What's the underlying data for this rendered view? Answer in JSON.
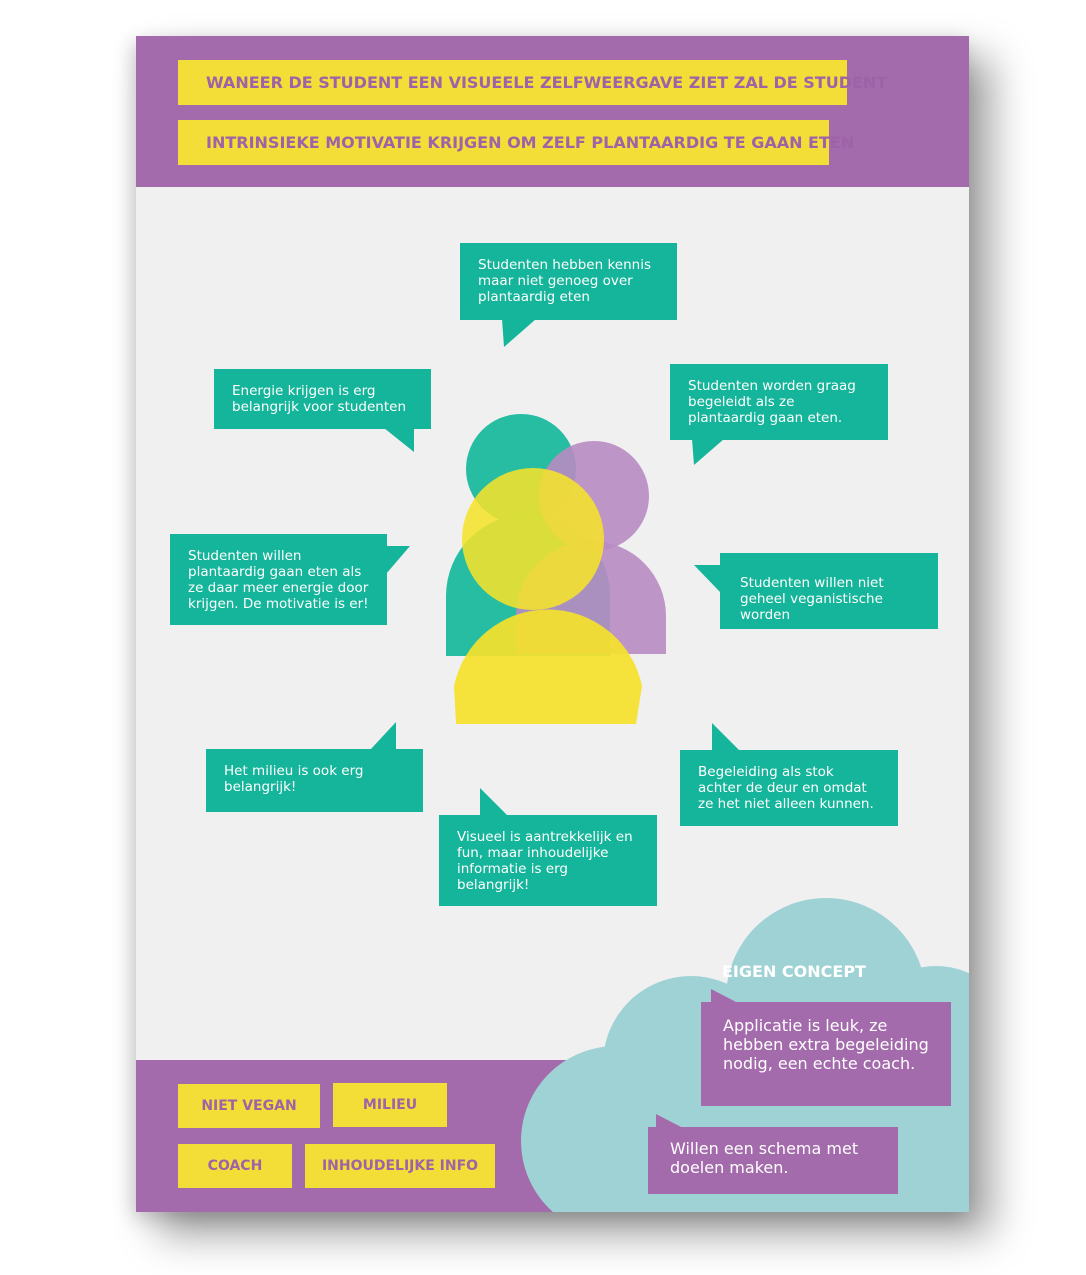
{
  "header": {
    "line1": "WANEER DE STUDENT EEN VISUEELE ZELFWEERGAVE ZIET ZAL DE STUDENT",
    "line2": "INTRINSIEKE MOTIVATIE KRIJGEN OM ZELF PLANTAARDIG TE GAAN ETEN"
  },
  "bubbles": {
    "top": "Studenten hebben kennis maar niet genoeg over plantaardig eten",
    "energy": "Energie krijgen is erg belangrijk voor studenten",
    "guided": "Studenten worden graag begeleidt als ze plantaardig gaan eten.",
    "motivation": "Studenten willen plantaardig gaan eten als ze daar meer energie door krijgen. De motivatie is er!",
    "not_vegan": "Studenten willen niet geheel veganistische worden",
    "environment": "Het milieu is ook erg belangrijk!",
    "coaching": "Begeleiding als stok achter de deur en omdat ze het niet alleen kunnen.",
    "visual": "Visueel is aantrekkelijk en fun, maar inhoudelijke informatie is erg belangrijk!"
  },
  "tags": [
    "NIET VEGAN",
    "MILIEU",
    "COACH",
    "INHOUDELIJKE INFO"
  ],
  "concept": {
    "title": "EIGEN CONCEPT",
    "item1": "Applicatie is leuk, ze hebben extra begeleiding nodig, een echte coach.",
    "item2": "Willen een schema met doelen maken."
  },
  "colors": {
    "purple": "#a36bab",
    "yellow": "#f2de36",
    "teal": "#14b59a",
    "cloud": "#9fd2d4",
    "background": "#f1f0f1"
  }
}
